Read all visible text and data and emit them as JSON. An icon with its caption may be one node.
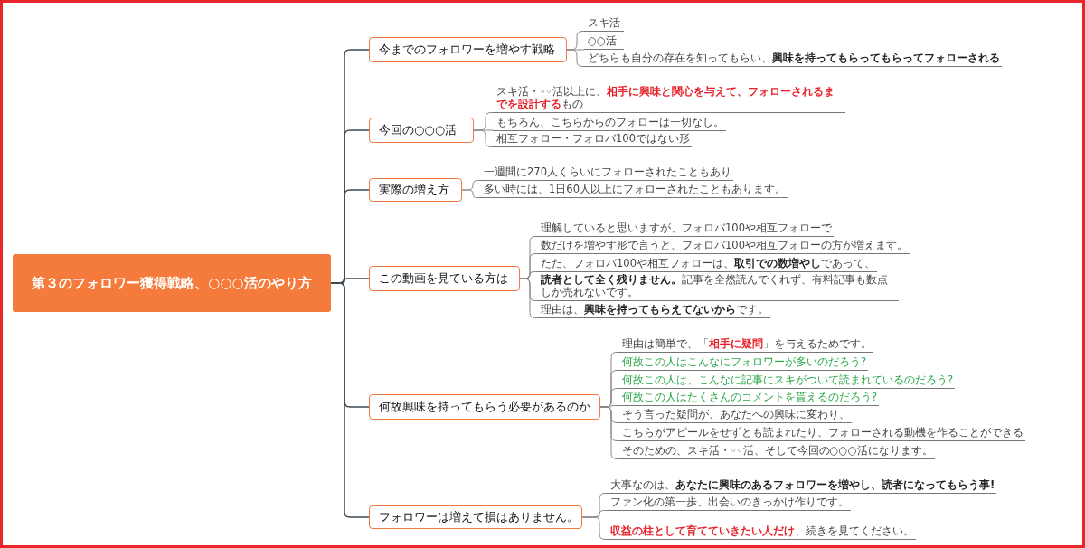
{
  "diagram": {
    "nodes": [
      {
        "text": [
          "第３のフォロワー獲得戦略、○○○活のやり方"
        ]
      },
      {
        "text": [
          "今までのフォロワーを増やす戦略"
        ]
      },
      {
        "text": [
          "スキ活"
        ]
      },
      {
        "text": [
          "○○活"
        ]
      },
      {
        "text": [
          "どちらも自分の存在を知ってもらい、**興味を持ってもらってもらってフォローされる**"
        ]
      },
      {
        "text": [
          "今回の○○○活"
        ]
      },
      {
        "text": [
          "スキ活・◦◦活以上に、**相手に興味と関心を与えて、フォローされるまでを設計する**もの"
        ]
      },
      {
        "text": [
          "もちろん、こちらからのフォローは一切なし。"
        ]
      },
      {
        "text": [
          "相互フォロー・フォロバ100ではない形"
        ]
      },
      {
        "text": [
          "実際の増え方"
        ]
      },
      {
        "text": [
          "一週間に270人くらいにフォローされたこともあり"
        ]
      },
      {
        "text": [
          "多い時には、1日60人以上にフォローされたこともあります。"
        ]
      },
      {
        "text": [
          "この動画を見ている方は"
        ]
      },
      {
        "text": [
          "理解していると思いますが、フォロバ100や相互フォローで"
        ]
      },
      {
        "text": [
          "数だけを増やす形で言うと、フォロバ100や相互フォローの方が増えます。"
        ]
      },
      {
        "text": [
          "ただ、フォロバ100や相互フォローは、**取引での数増やし**であって、"
        ]
      },
      {
        "text": [
          "**読者として全く残りません。**記事を全然読んでくれず、有料記事も数点しか売れないです。"
        ]
      },
      {
        "text": [
          "理由は、**興味を持ってもらえてないから**です。"
        ]
      },
      {
        "text": [
          "何故興味を持ってもらう必要があるのか"
        ]
      },
      {
        "text": [
          "理由は簡単で、「**相手に疑問**」を与えるためです。"
        ]
      },
      {
        "text": [
          "何故この人はこんなにフォロワーが多いのだろう?"
        ]
      },
      {
        "text": [
          "何故この人は、こんなに記事にスキがついて読まれているのだろう?"
        ]
      },
      {
        "text": [
          "何故この人はたくさんのコメントを貰えるのだろう?"
        ]
      },
      {
        "text": [
          "そう言った疑問が、あなたへの興味に変わり、"
        ]
      },
      {
        "text": [
          "こちらがアピールをせずとも読まれたり、フォローされる動機を作ることができる"
        ]
      },
      {
        "text": [
          "そのための、スキ活・◦◦活、そして今回の○○○活になります。"
        ]
      },
      {
        "text": [
          "フォロワーは増えて損はありません。"
        ]
      },
      {
        "text": [
          "大事なのは、**あなたに興味のあるフォロワーを増やし、読者になってもらう事!**"
        ]
      },
      {
        "text": [
          "ファン化の第一歩、出会いのきっかけ作りです。"
        ]
      },
      {
        "text": [
          "**収益の柱として育てていきたい人だけ**、続きを見てください。"
        ]
      }
    ],
    "edges": [
      {
        "from": 0,
        "to": 1,
        "arrow": "none"
      },
      {
        "from": 0,
        "to": 5,
        "arrow": "none"
      },
      {
        "from": 0,
        "to": 9,
        "arrow": "none"
      },
      {
        "from": 0,
        "to": 12,
        "arrow": "none"
      },
      {
        "from": 0,
        "to": 18,
        "arrow": "none"
      },
      {
        "from": 0,
        "to": 26,
        "arrow": "none"
      },
      {
        "from": 1,
        "to": 2,
        "arrow": "none"
      },
      {
        "from": 1,
        "to": 3,
        "arrow": "none"
      },
      {
        "from": 1,
        "to": 4,
        "arrow": "none"
      },
      {
        "from": 5,
        "to": 6,
        "arrow": "none"
      },
      {
        "from": 5,
        "to": 7,
        "arrow": "none"
      },
      {
        "from": 5,
        "to": 8,
        "arrow": "none"
      },
      {
        "from": 9,
        "to": 10,
        "arrow": "none"
      },
      {
        "from": 9,
        "to": 11,
        "arrow": "none"
      },
      {
        "from": 12,
        "to": 13,
        "arrow": "none"
      },
      {
        "from": 12,
        "to": 14,
        "arrow": "none"
      },
      {
        "from": 12,
        "to": 15,
        "arrow": "none"
      },
      {
        "from": 12,
        "to": 16,
        "arrow": "none"
      },
      {
        "from": 12,
        "to": 17,
        "arrow": "none"
      },
      {
        "from": 18,
        "to": 19,
        "arrow": "none"
      },
      {
        "from": 18,
        "to": 20,
        "arrow": "none"
      },
      {
        "from": 18,
        "to": 21,
        "arrow": "none"
      },
      {
        "from": 18,
        "to": 22,
        "arrow": "none"
      },
      {
        "from": 18,
        "to": 23,
        "arrow": "none"
      },
      {
        "from": 18,
        "to": 24,
        "arrow": "none"
      },
      {
        "from": 18,
        "to": 25,
        "arrow": "none"
      },
      {
        "from": 26,
        "to": 27,
        "arrow": "none"
      },
      {
        "from": 26,
        "to": 28,
        "arrow": "none"
      },
      {
        "from": 26,
        "to": 29,
        "arrow": "none"
      }
    ]
  }
}
